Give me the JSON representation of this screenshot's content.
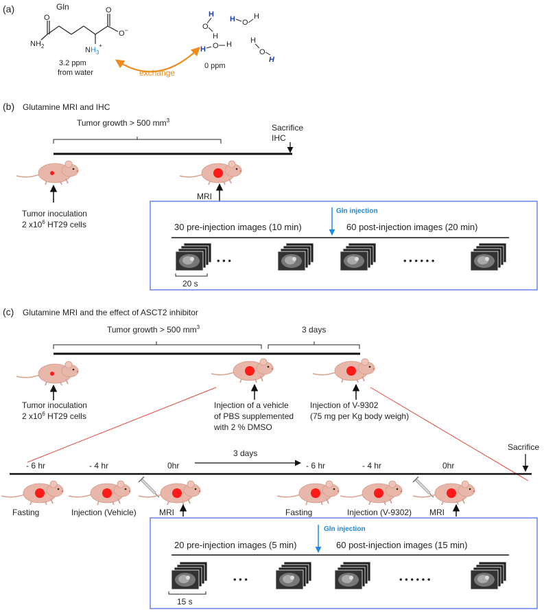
{
  "panel_a": {
    "label": "(a)",
    "molecule_name": "Gln",
    "nh2": "NH",
    "nh2_sub": "2",
    "o": "O",
    "o_minus": "O",
    "o_minus_sup": "−",
    "nh3_n": "N",
    "nh3_h": "H",
    "nh3_sub": "3",
    "nh3_sup": "+",
    "shift_value": "3.2 ppm",
    "shift_ref": "from water",
    "exchange": "exchange",
    "water_shift": "0 ppm",
    "atom_h": "H",
    "atom_o": "O"
  },
  "panel_b": {
    "label": "(b)",
    "title": "Glutamine MRI and IHC",
    "tumor_growth": "Tumor growth > 500 mm",
    "tumor_growth_sup": "3",
    "sacrifice": "Sacrifice",
    "ihc": "IHC",
    "inoculation_1": "Tumor inoculation",
    "inoculation_2a": "2 x10",
    "inoculation_2_sup": "6",
    "inoculation_2b": " HT29 cells",
    "mri": "MRI",
    "gln_injection": "Gln injection",
    "pre_images": "30 pre-injection images (10 min)",
    "post_images": "60 post-injection images (20 min)",
    "dots_short": "• • •",
    "dots_long": "• • • • • •",
    "interval": "20 s"
  },
  "panel_c": {
    "label": "(c)",
    "title": "Glutamine MRI and the effect of ASCT2 inhibitor",
    "tumor_growth": "Tumor growth > 500 mm",
    "tumor_growth_sup": "3",
    "three_days": "3 days",
    "inoculation_1": "Tumor inoculation",
    "inoculation_2a": "2 x10",
    "inoculation_2_sup": "6",
    "inoculation_2b": " HT29 cells",
    "vehicle_1": "Injection of a vehicle",
    "vehicle_2": "of PBS supplemented",
    "vehicle_3": "with 2 % DMSO",
    "v9302_1": "Injection of V-9302",
    "v9302_2": "(75 mg per Kg body weigh)",
    "sacrifice": "Sacrifice",
    "t_minus6": "- 6 hr",
    "t_minus4": "- 4 hr",
    "t_zero": "0hr",
    "three_days_arrow": "3 days",
    "fasting": "Fasting",
    "injection_vehicle": "Injection (Vehicle)",
    "injection_v9302": "Injection (V-9302)",
    "mri": "MRI",
    "gln_injection": "Gln injection",
    "pre_images": "20 pre-injection images (5 min)",
    "post_images": "60 post-injection images (15 min)",
    "dots_short": "• • •",
    "dots_long": "• • • • • •",
    "interval": "15 s"
  },
  "colors": {
    "box_border": "#5b7be8",
    "gln_arrow": "#1e88e5",
    "exchange": "#f08a1c",
    "tumor": "#ff1a1a",
    "mouse_body": "#e9b7a9",
    "zoom_line": "#e64a3c"
  },
  "icons": [
    "mouse-icon",
    "syringe-icon",
    "mri-stack-icon",
    "arrow-icon"
  ]
}
